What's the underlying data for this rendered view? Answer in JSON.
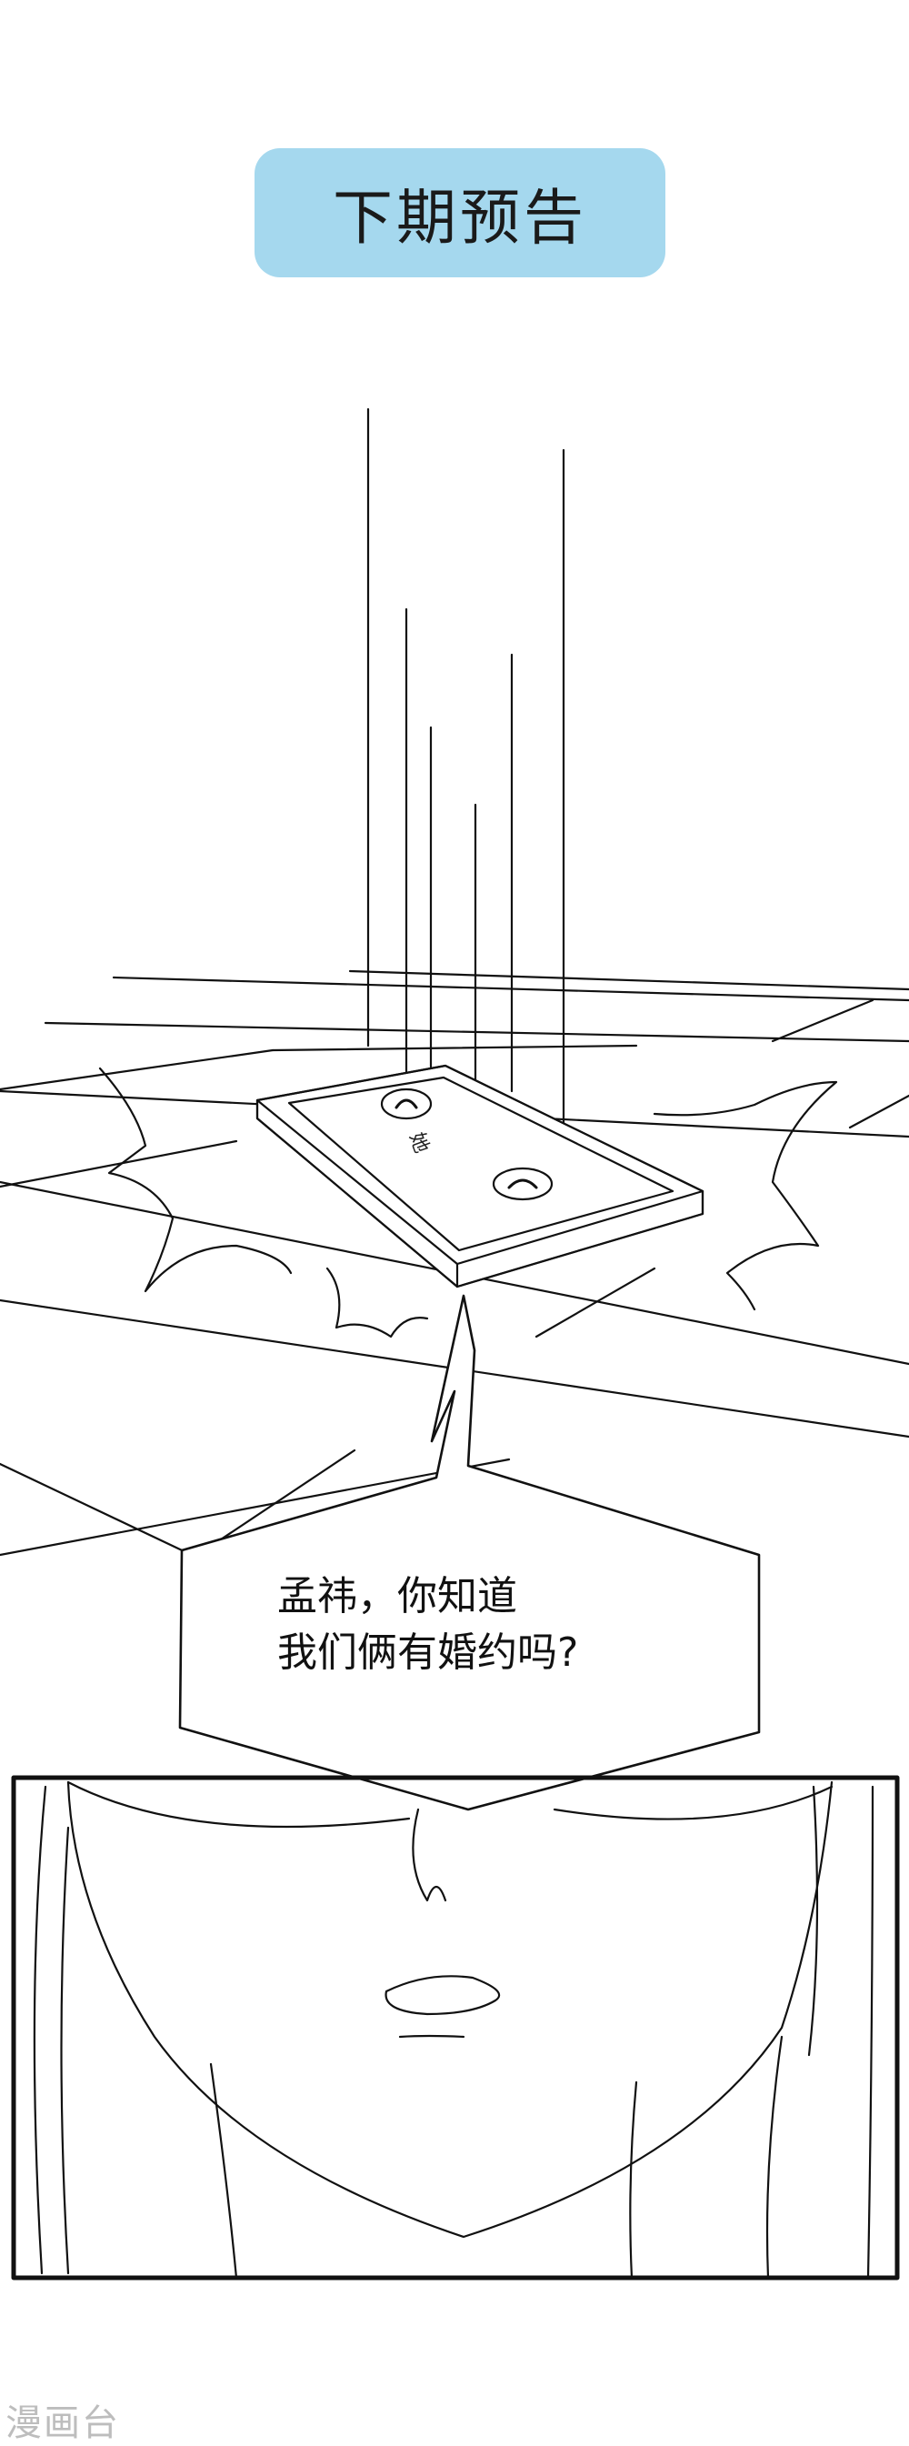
{
  "header": {
    "title": "下期预告",
    "pill_color": "#a5d8ee"
  },
  "phone": {
    "caller_label": "她"
  },
  "dialogue": {
    "line1": "孟祎，你知道",
    "line2": "我们俩有婚约吗?"
  },
  "watermark": {
    "text": "漫画台"
  },
  "colors": {
    "ink": "#111111",
    "background": "#ffffff"
  }
}
